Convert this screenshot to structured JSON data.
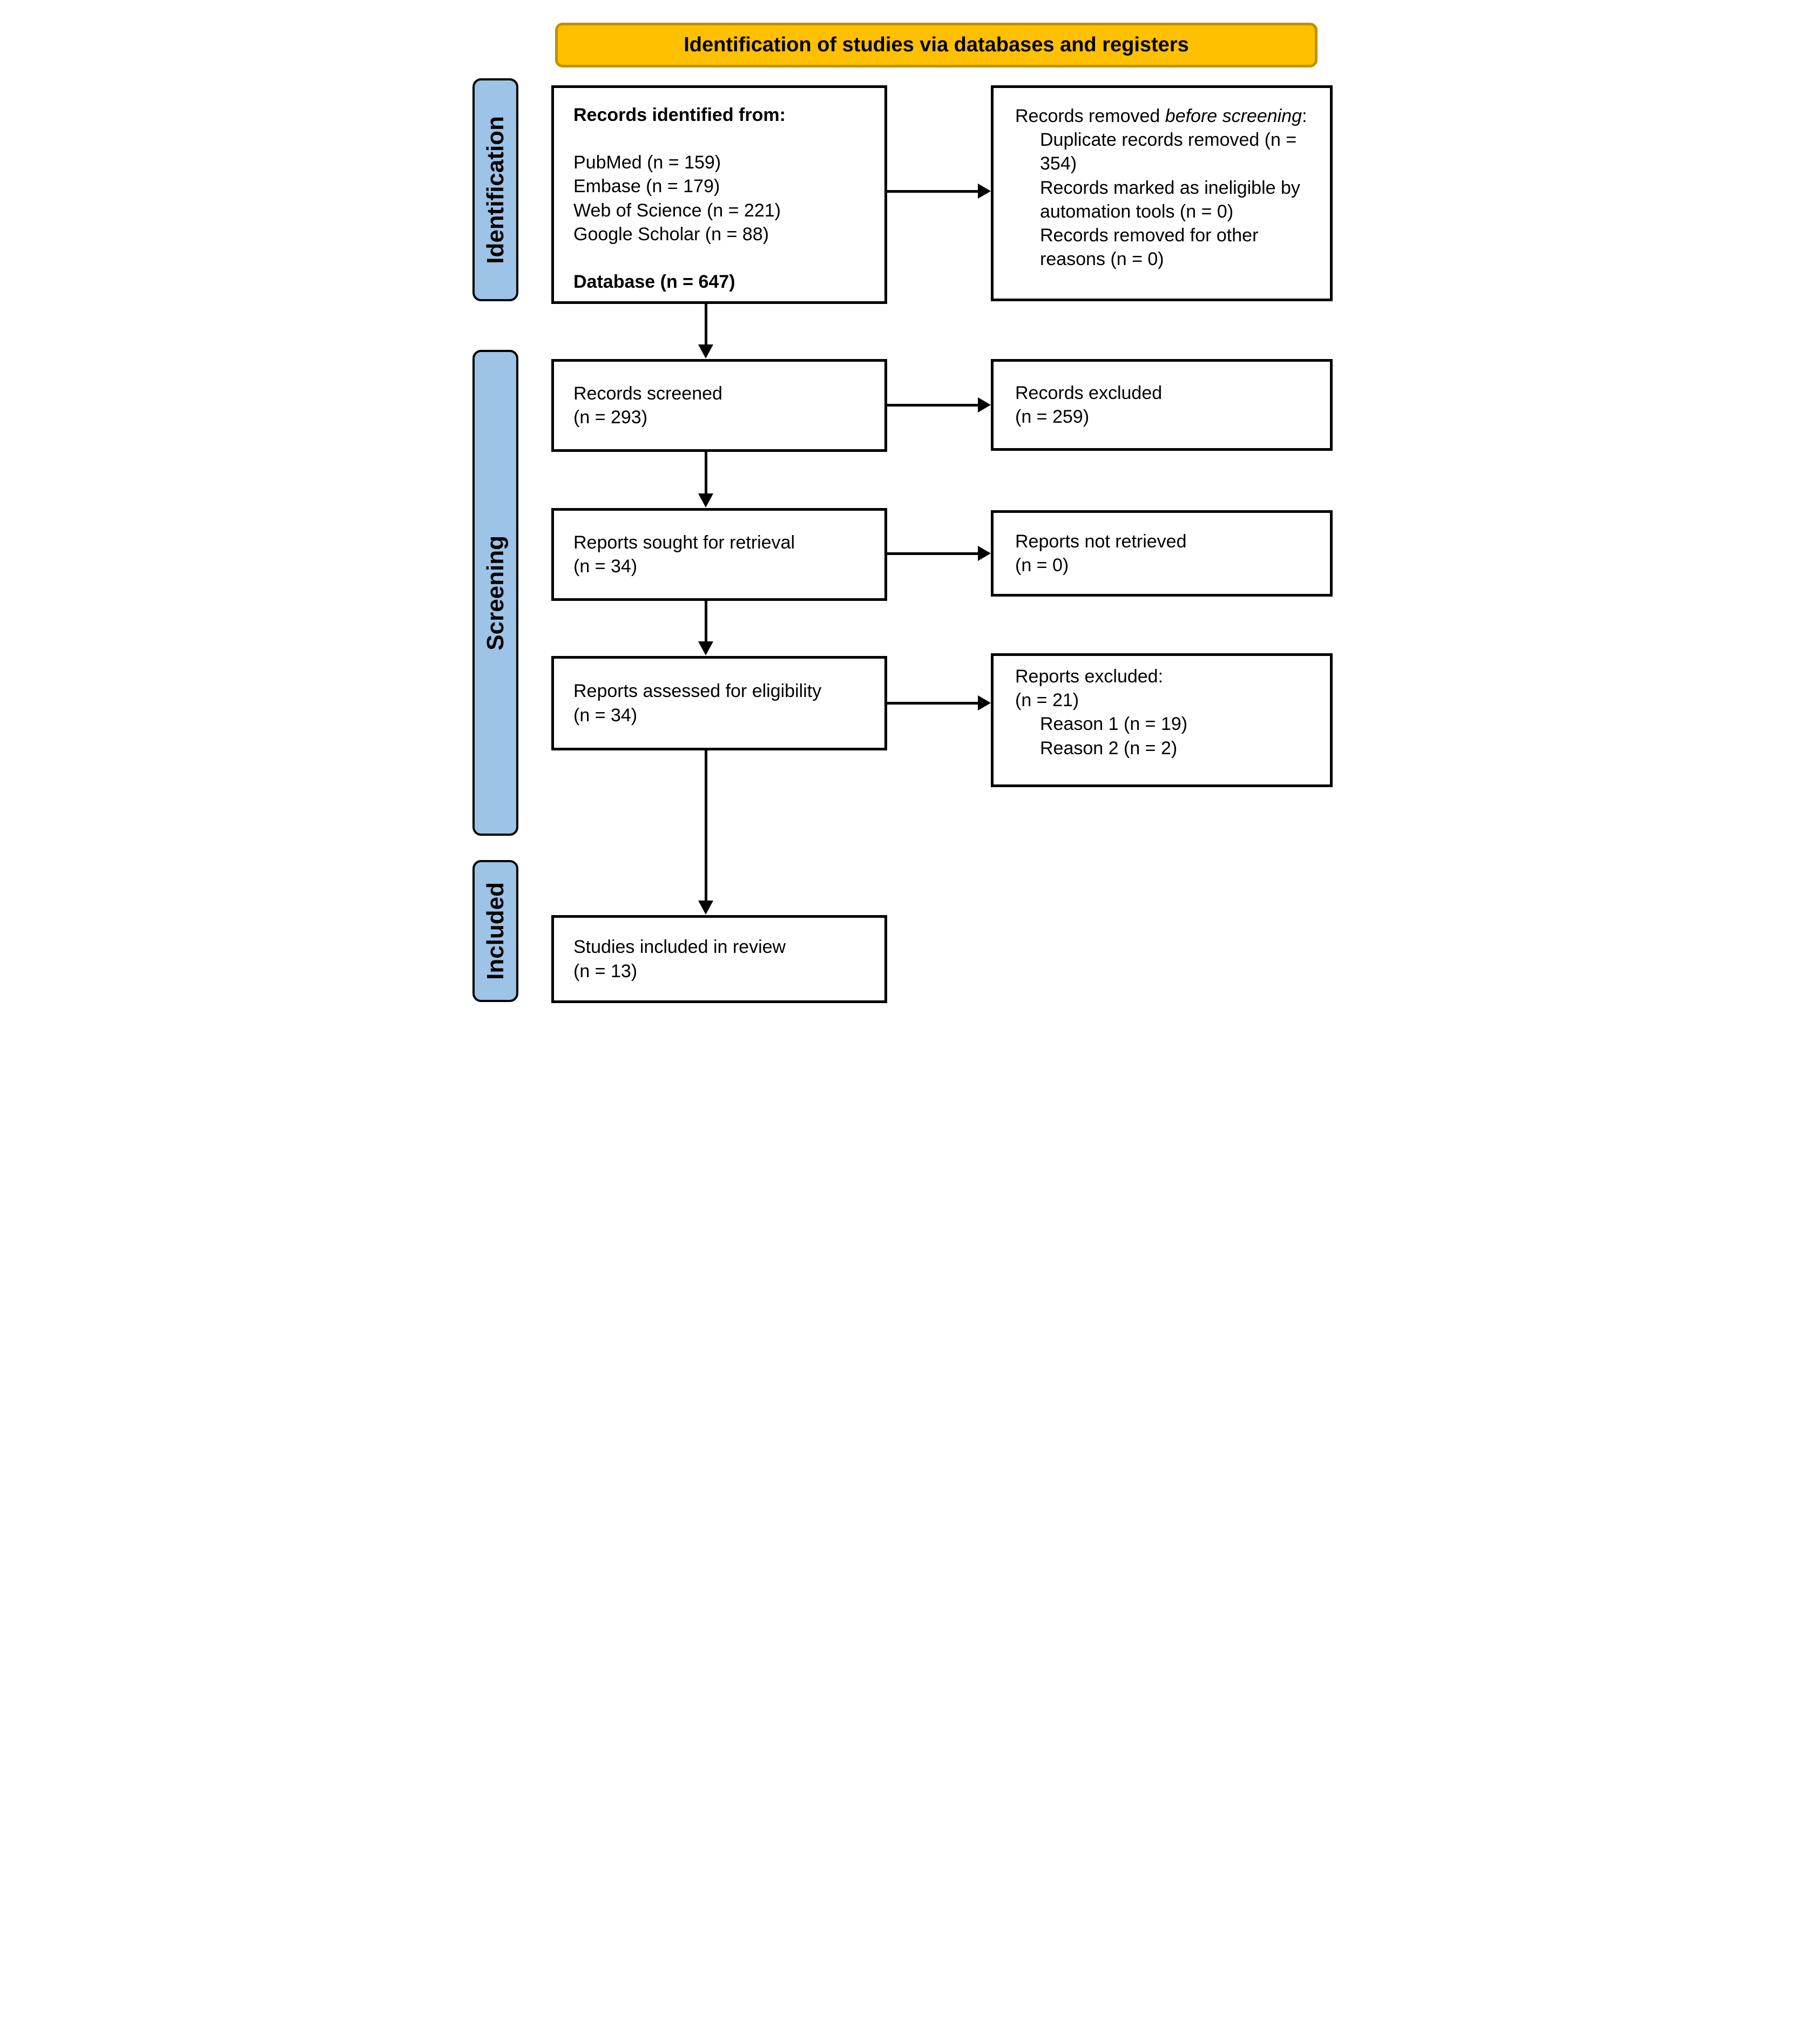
{
  "title": "Identification of studies via databases and registers",
  "sidebar": {
    "identification": "Identification",
    "screening": "Screening",
    "included": "Included"
  },
  "flow": {
    "records_identified": {
      "heading": "Records identified from:",
      "sources": [
        "PubMed (n = 159)",
        "Embase (n = 179)",
        "Web of Science (n = 221)",
        "Google Scholar (n = 88)"
      ],
      "total": "Database (n = 647)"
    },
    "records_removed": {
      "prefix": "Records removed ",
      "italic": "before screening",
      "suffix": ":",
      "items": [
        "Duplicate records removed (n = 354)",
        "Records marked as ineligible by automation tools (n = 0)",
        "Records removed for other reasons (n = 0)"
      ]
    },
    "records_screened": {
      "label": "Records screened",
      "count": "(n = 293)"
    },
    "records_excluded": {
      "label": "Records excluded",
      "count": "(n = 259)"
    },
    "reports_sought": {
      "label": "Reports sought for retrieval",
      "count": "(n = 34)"
    },
    "reports_not_retrieved": {
      "label": "Reports not retrieved",
      "count": "(n = 0)"
    },
    "reports_assessed": {
      "label": "Reports assessed for eligibility",
      "count": "(n = 34)"
    },
    "reports_excluded": {
      "label": "Reports excluded:",
      "count": "(n = 21)",
      "reasons": [
        "Reason 1 (n = 19)",
        "Reason 2 (n = 2)"
      ]
    },
    "studies_included": {
      "label": "Studies included in review",
      "count": "(n = 13)"
    }
  },
  "colors": {
    "banner_fill": "#FFC000",
    "banner_border": "#BF9000",
    "sidebar_fill": "#9DC3E6",
    "box_border": "#000000"
  }
}
